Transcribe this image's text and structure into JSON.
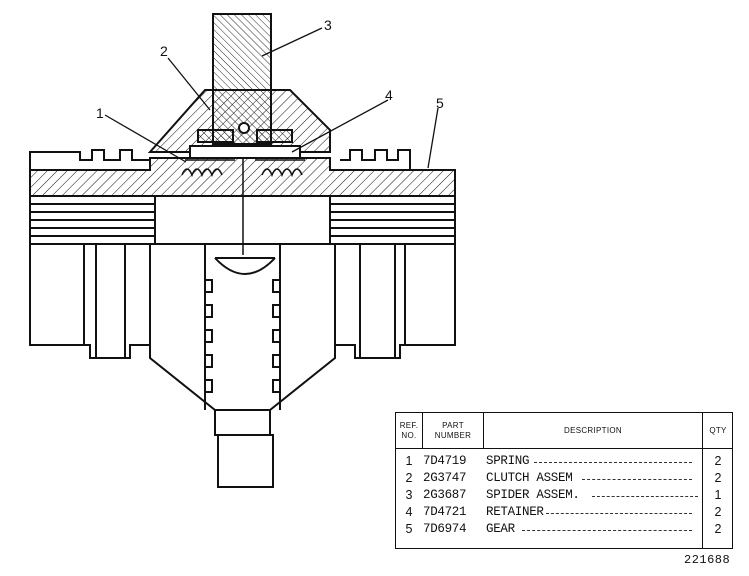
{
  "callouts": [
    "1",
    "2",
    "3",
    "4",
    "5"
  ],
  "table": {
    "headers": {
      "ref_line1": "REF.",
      "ref_line2": "NO.",
      "part_line1": "PART",
      "part_line2": "NUMBER",
      "description": "DESCRIPTION",
      "qty": "QTY"
    },
    "rows": [
      {
        "ref": "1",
        "part_number": "7D4719",
        "description": "SPRING",
        "qty": "2"
      },
      {
        "ref": "2",
        "part_number": "2G3747",
        "description": "CLUTCH ASSEM",
        "qty": "2"
      },
      {
        "ref": "3",
        "part_number": "2G3687",
        "description": "SPIDER ASSEM.",
        "qty": "1"
      },
      {
        "ref": "4",
        "part_number": "7D4721",
        "description": "RETAINER",
        "qty": "2"
      },
      {
        "ref": "5",
        "part_number": "7D6974",
        "description": "GEAR",
        "qty": "2"
      }
    ]
  },
  "figure_number": "221688"
}
